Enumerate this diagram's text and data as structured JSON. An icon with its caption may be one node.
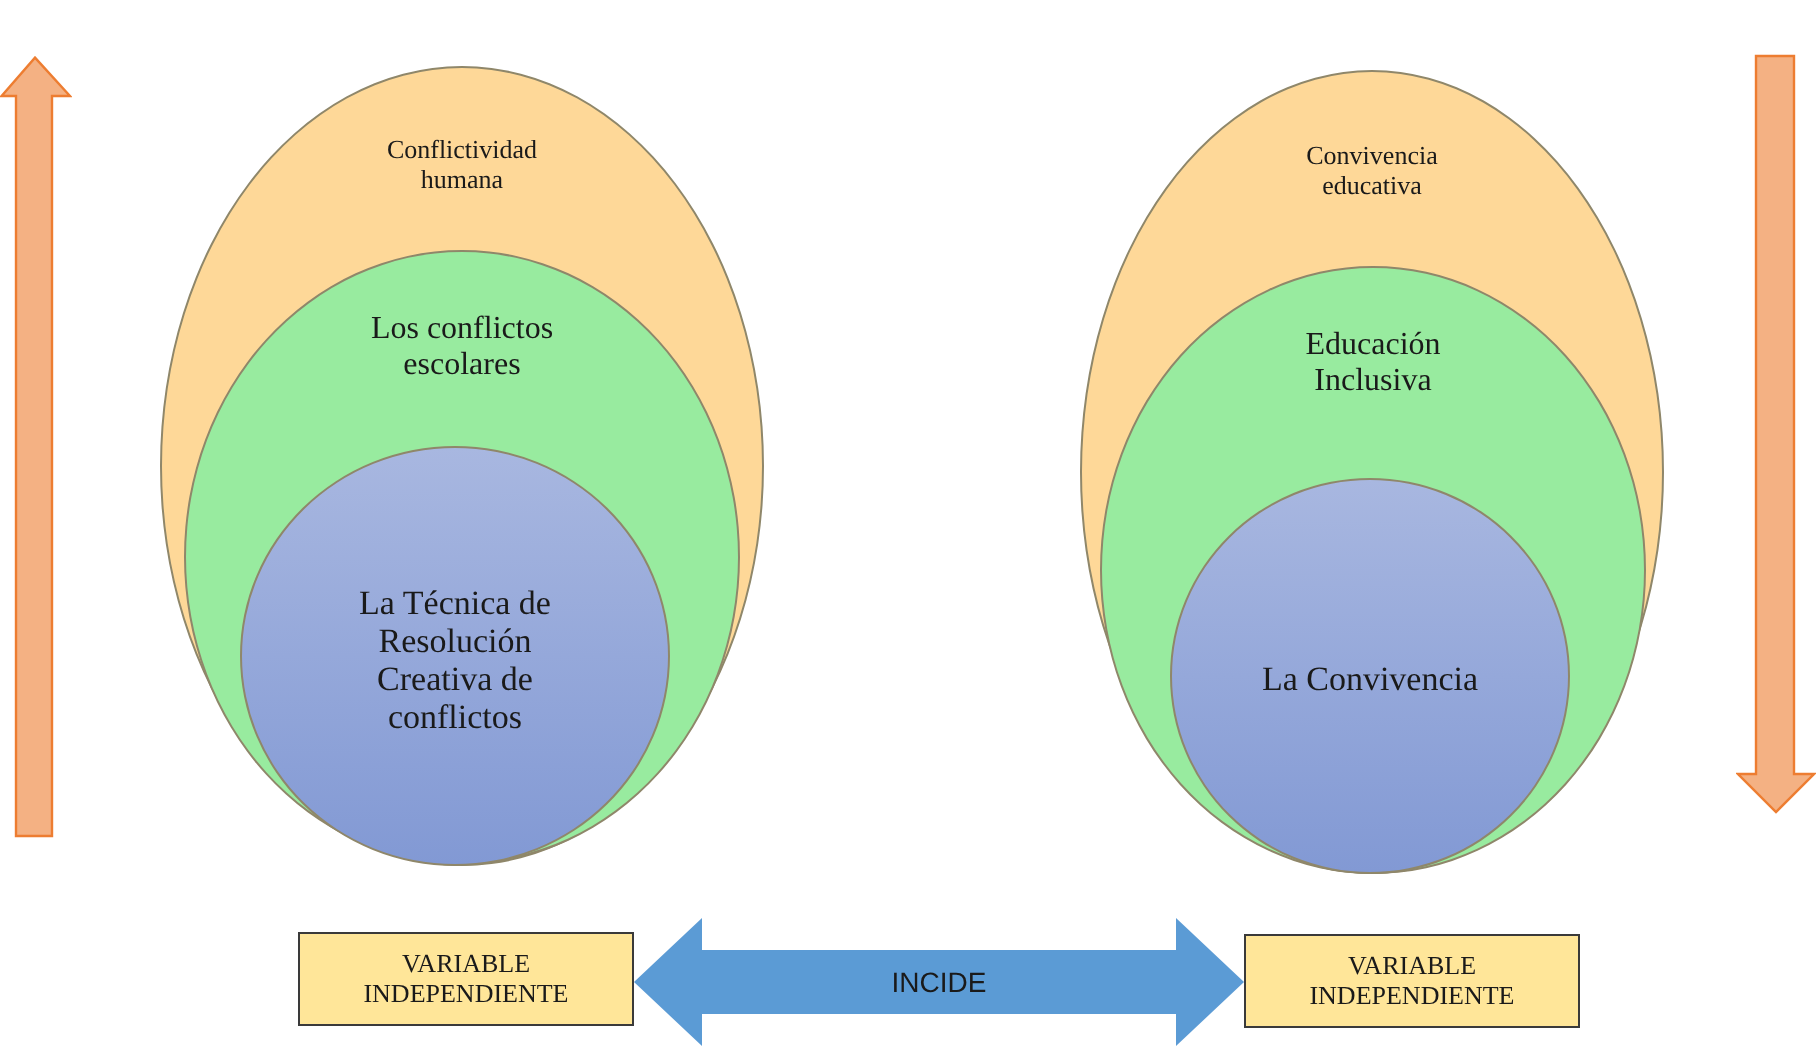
{
  "diagram": {
    "nodes": [
      {
        "text": [
          "Conflictividad humana"
        ]
      },
      {
        "text": [
          "Los conflictos escolares"
        ],
        "in": 0
      },
      {
        "text": [
          "La Técnica de Resolución Creativa de conflictos"
        ],
        "in": 1
      },
      {
        "text": [
          "Convivencia educativa"
        ]
      },
      {
        "text": [
          "Educación Inclusiva"
        ],
        "in": 3
      },
      {
        "text": [
          "La Convivencia"
        ],
        "in": 4
      },
      {
        "text": [
          "VARIABLE INDEPENDIENTE"
        ]
      },
      {
        "text": [
          "VARIABLE INDEPENDIENTE"
        ]
      }
    ],
    "edges": [
      {
        "from": 6,
        "to": 7,
        "arrow": "both",
        "label": "INCIDE",
        "color": "#5b9bd5"
      }
    ]
  }
}
